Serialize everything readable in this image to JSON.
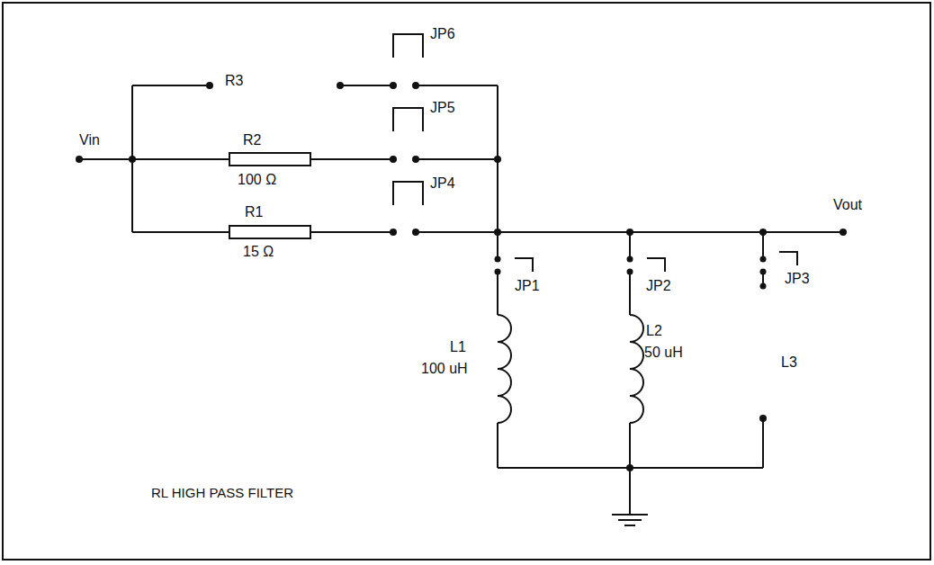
{
  "diagram": {
    "title": "RL HIGH PASS FILTER",
    "labels": [
      "Vin",
      "R3",
      "JP6",
      "R2",
      "100 Ω",
      "JP5",
      "JP4",
      "R1",
      "15 Ω",
      "Vout",
      "JP1",
      "JP2",
      "JP3",
      "L1",
      "100 uH",
      "L2",
      "50 uH",
      "L3"
    ]
  }
}
